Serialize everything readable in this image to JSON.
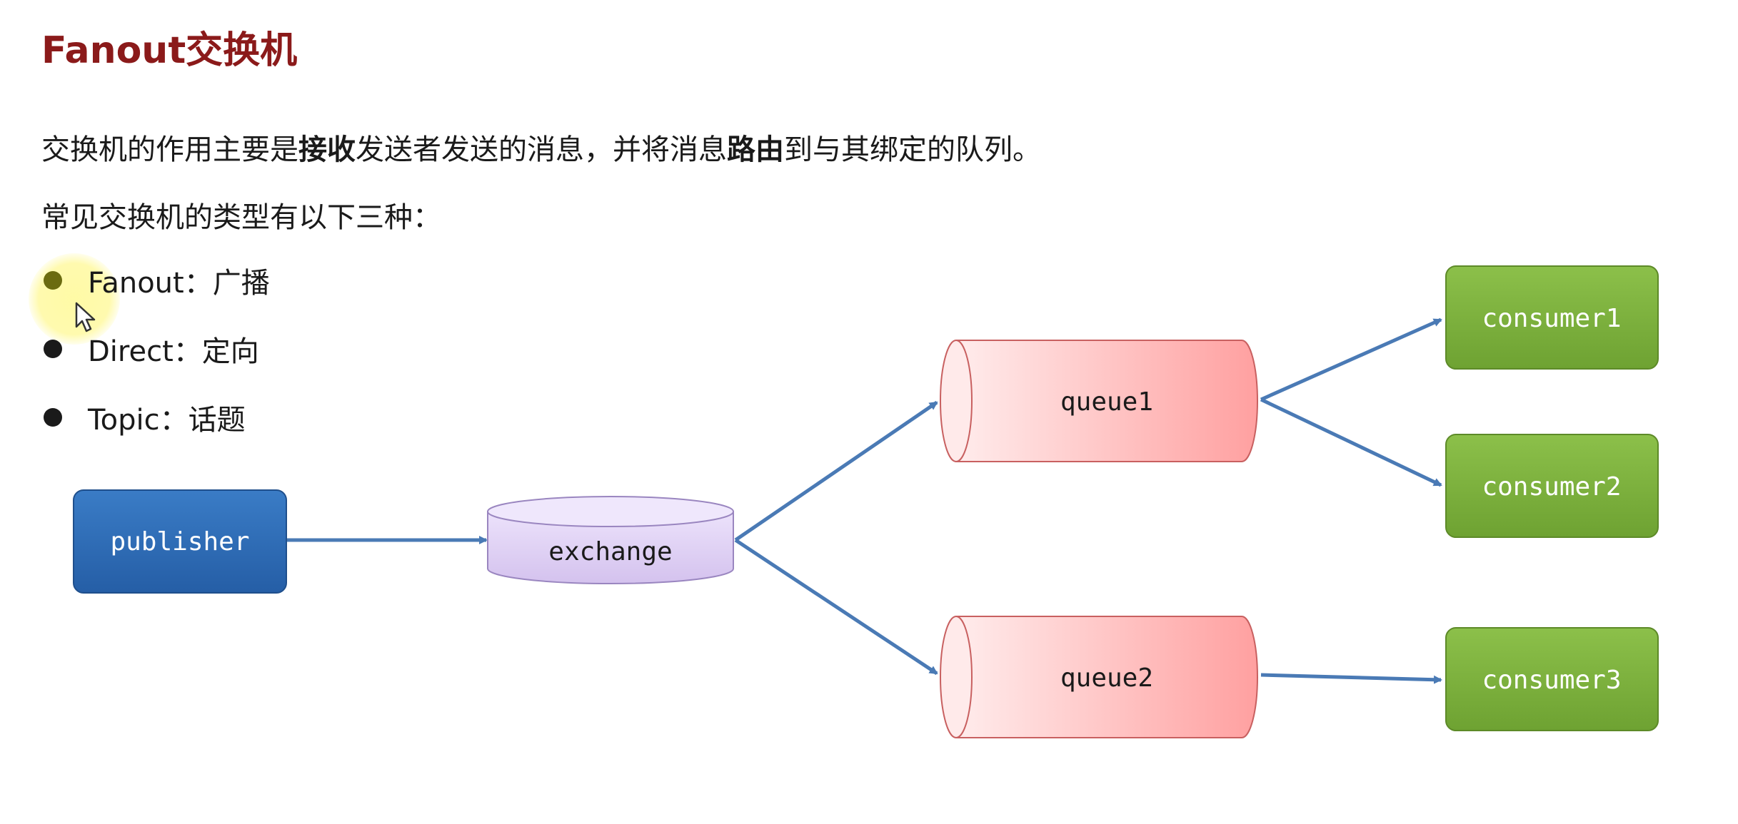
{
  "title": "Fanout交换机",
  "intro": {
    "part1": "交换机的作用主要是",
    "bold1": "接收",
    "part2": "发送者发送的消息，并将消息",
    "bold2": "路由",
    "part3": "到与其绑定的队列。"
  },
  "types_heading": "常见交换机的类型有以下三种：",
  "bullets": [
    {
      "label": "Fanout：广播"
    },
    {
      "label": "Direct：定向"
    },
    {
      "label": "Topic：话题"
    }
  ],
  "diagram": {
    "publisher": "publisher",
    "exchange": "exchange",
    "queue1": "queue1",
    "queue2": "queue2",
    "consumer1": "consumer1",
    "consumer2": "consumer2",
    "consumer3": "consumer3"
  },
  "colors": {
    "title": "#8b1a1a",
    "publisher": "#2e6db4",
    "exchange": "#d9c9f0",
    "queue": "#ff9a9a",
    "consumer": "#7aae3a",
    "arrow": "#4a7ab5"
  }
}
